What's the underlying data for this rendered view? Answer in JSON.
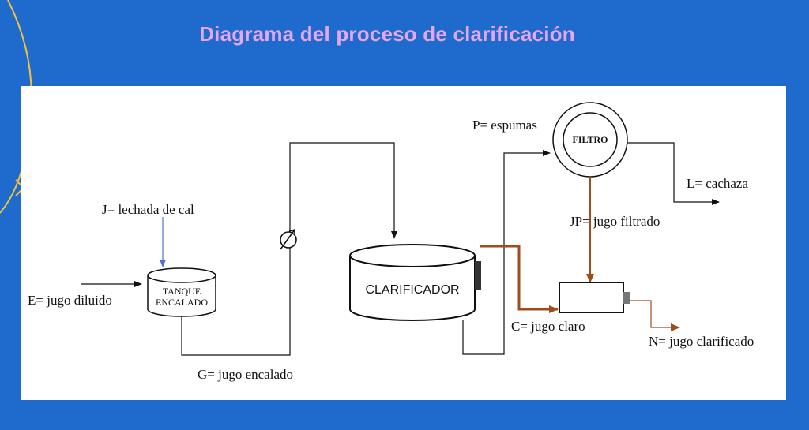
{
  "title": "Diagrama del proceso de clarificación",
  "colors": {
    "background": "#1f6bcd",
    "title": "#e7a6f2",
    "brown_flow": "#9c4e1c",
    "blue_flow": "#4b78c8",
    "line": "#111111",
    "accent_curve": "#f2c23a"
  },
  "equipment": {
    "tank_line1": "TANQUE",
    "tank_line2": "ENCALADO",
    "clarifier": "CLARIFICADOR",
    "filter": "FILTRO"
  },
  "streams": {
    "E": "E= jugo diluido",
    "J": "J= lechada de cal",
    "G": "G= jugo encalado",
    "P": "P= espumas",
    "L": "L= cachaza",
    "JP": "JP= jugo filtrado",
    "C": "C= jugo claro",
    "N": "N= jugo clarificado"
  }
}
